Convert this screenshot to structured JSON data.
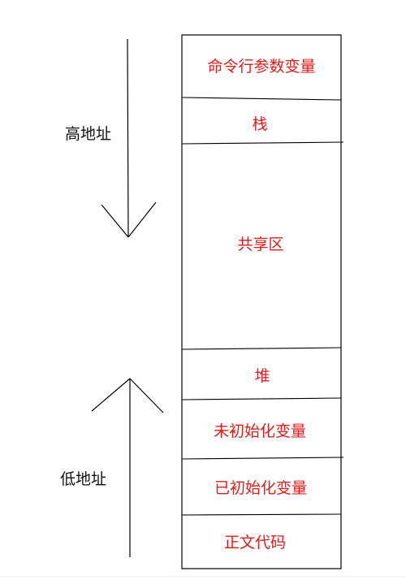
{
  "colors": {
    "line": "#000000",
    "segment_text": "#e01b1b",
    "side_text": "#111111",
    "background": "#ffffff"
  },
  "side_labels": {
    "high": "高地址",
    "low": "低地址"
  },
  "segments": [
    {
      "id": "cmdline",
      "label": "命令行参数变量"
    },
    {
      "id": "stack",
      "label": "栈"
    },
    {
      "id": "shared",
      "label": "共享区"
    },
    {
      "id": "heap",
      "label": "堆"
    },
    {
      "id": "bss",
      "label": "未初始化变量"
    },
    {
      "id": "data",
      "label": "已初始化变量"
    },
    {
      "id": "text",
      "label": "正文代码"
    }
  ]
}
